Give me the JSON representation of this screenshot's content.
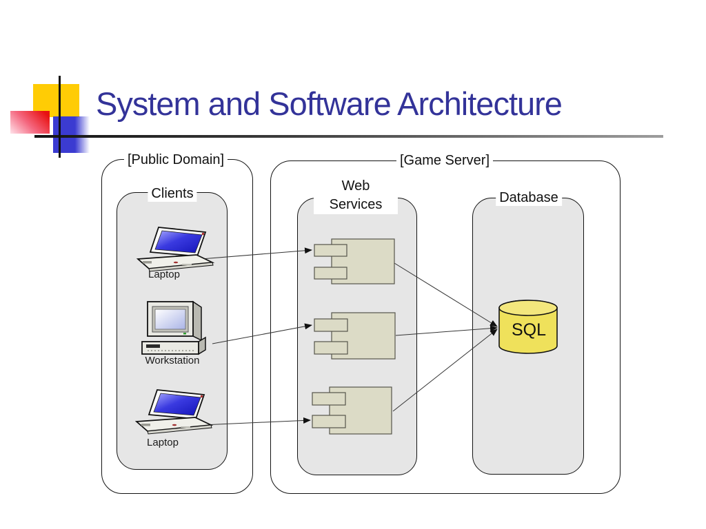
{
  "slide": {
    "title": "System and Software Architecture"
  },
  "colors": {
    "title_text": "#333399",
    "container_fill": "#e6e6e6",
    "outer_fill": "#ffffff",
    "component_fill": "#dcdbc6",
    "component_stroke": "#55544a",
    "sql_cylinder_fill": "#efe15b",
    "laptop_screen_blue": "#2222cc",
    "accent_yellow": "#ffcc05",
    "accent_blue": "#3b3bd1",
    "accent_red": "#e81010"
  },
  "diagram": {
    "public_domain": {
      "label": "[Public Domain]"
    },
    "clients": {
      "label": "Clients",
      "nodes": [
        {
          "label": "Laptop",
          "type": "laptop"
        },
        {
          "label": "Workstation",
          "type": "workstation"
        },
        {
          "label": "Laptop",
          "type": "laptop"
        }
      ]
    },
    "game_server": {
      "label": "[Game Server]"
    },
    "web_services": {
      "label": "Web Services",
      "component_count": 3
    },
    "database": {
      "label": "Database",
      "sql_label": "SQL"
    },
    "connections": [
      "laptop-1 -> web-service-component-1",
      "workstation -> web-service-component-2",
      "laptop-2 -> web-service-component-3",
      "web-service-component-1 -> sql-database",
      "web-service-component-2 -> sql-database",
      "web-service-component-3 -> sql-database"
    ]
  }
}
